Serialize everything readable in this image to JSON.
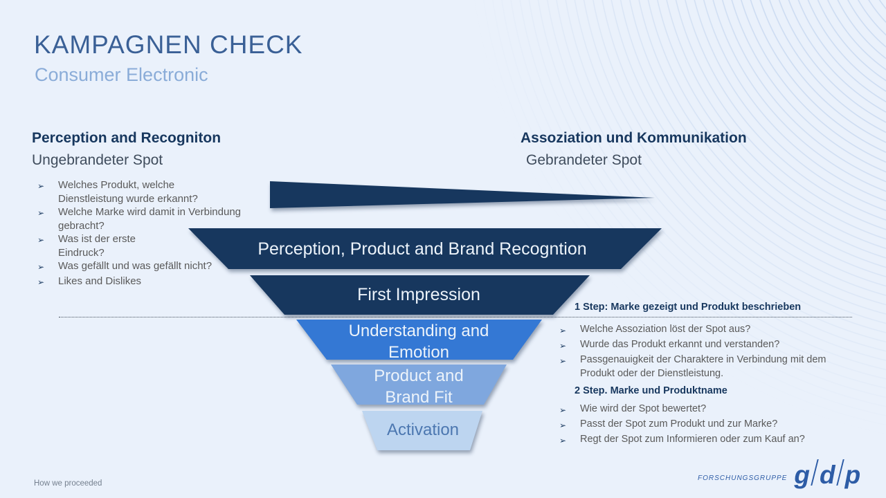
{
  "bullet_marker": "➢",
  "slide": {
    "title": "KAMPAGNEN CHECK",
    "subtitle": "Consumer Electronic",
    "footer_note": "How we proceeded"
  },
  "left_section": {
    "heading": "Perception and Recogniton",
    "subheading": "Ungebrandeter Spot",
    "bullets": [
      "Welches Produkt, welche\nDienstleistung wurde  erkannt?",
      "Welche Marke wird damit in Verbindung\ngebracht?",
      "Was ist der erste\nEindruck?",
      "Was gefällt und was gefällt nicht?",
      "Likes and Dislikes"
    ]
  },
  "right_section": {
    "heading": "Assoziation und Kommunikation",
    "subheading": "Gebrandeter Spot",
    "step1": {
      "heading": "1 Step: Marke gezeigt und Produkt beschrieben",
      "bullets": [
        "Welche Assoziation löst der Spot aus?",
        "Wurde das Produkt erkannt und verstanden?",
        "Passgenauigkeit der Charaktere in Verbindung mit dem\nProdukt oder der Dienstleistung."
      ]
    },
    "step2": {
      "heading": "2 Step. Marke und Produktname",
      "bullets": [
        "Wie wird der Spot bewertet?",
        "Passt der Spot zum Produkt und zur Marke?",
        "Regt der Spot zum Informieren oder zum Kauf an?"
      ]
    }
  },
  "funnel": {
    "wedge_color": "#17375e",
    "stages": [
      {
        "label": "Perception, Product and Brand Recogntion",
        "color": "#17375e",
        "text_color": "#ecf3fa"
      },
      {
        "label": "First Impression",
        "color": "#17375e",
        "text_color": "#ecf3fa"
      },
      {
        "label": "Understanding and\nEmotion",
        "color": "#3478d4",
        "text_color": "#ffffff"
      },
      {
        "label": "Product and\nBrand Fit",
        "color": "#7fa7de",
        "text_color": "#ffffff"
      },
      {
        "label": "Activation",
        "color": "#bdd5f0",
        "text_color": "#4c77b0"
      }
    ]
  },
  "logo": {
    "small_text": "FORSCHUNGSGRUPPE",
    "letters": [
      "g",
      "d",
      "p"
    ]
  },
  "colors": {
    "background": "#eaf1fb",
    "title_blue": "#3a6096",
    "subtitle_blue": "#8aacd8",
    "navy": "#17375e",
    "body_gray": "#595959",
    "logo_blue": "#2d5ca6"
  }
}
